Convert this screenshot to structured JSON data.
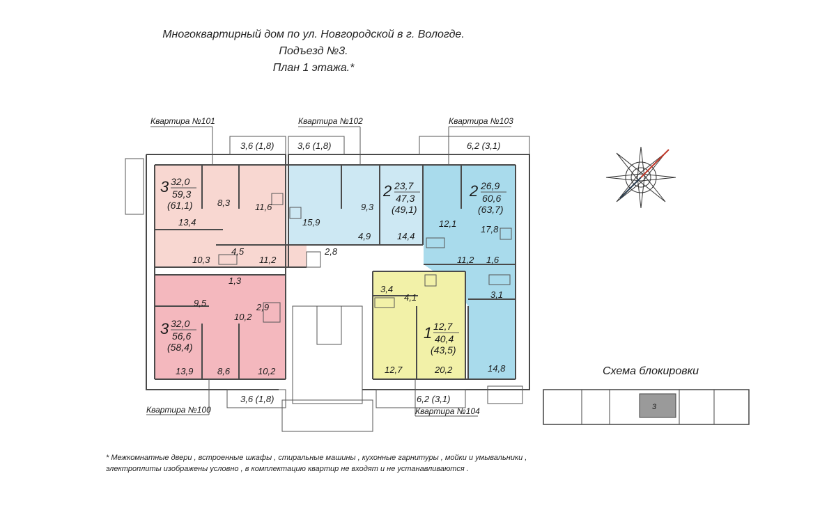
{
  "title": {
    "line1": "Многоквартирный дом по ул. Новгородской в г. Вологде.",
    "line2": "Подъезд №3.",
    "line3": "План 1 этажа.*"
  },
  "colors": {
    "apt_101": "#f8d7d1",
    "apt_100": "#f4b8be",
    "apt_102": "#cde8f3",
    "apt_103": "#a9dbec",
    "apt_104": "#f2f1a8",
    "wall": "#4a4a4a"
  },
  "apartments": [
    {
      "id": "101",
      "label": "Квартира №101",
      "rooms": "3",
      "living": "32,0",
      "total": "59,3",
      "total_bal": "(61,1)",
      "balcony": "3,6 (1,8)",
      "areas": [
        "8,3",
        "11,6",
        "13,4",
        "4,5",
        "10,3",
        "11,2"
      ]
    },
    {
      "id": "100",
      "label": "Квартира №100",
      "rooms": "3",
      "living": "32,0",
      "total": "56,6",
      "total_bal": "(58,4)",
      "balcony": "3,6 (1,8)",
      "areas": [
        "1,3",
        "9,5",
        "2,9",
        "10,2",
        "13,9",
        "8,6",
        "10,2"
      ]
    },
    {
      "id": "102",
      "label": "Квартира №102",
      "rooms": "2",
      "living": "23,7",
      "total": "47,3",
      "total_bal": "(49,1)",
      "balcony": "3,6 (1,8)",
      "areas": [
        "9,3",
        "15,9",
        "2,8",
        "4,9",
        "14,4"
      ]
    },
    {
      "id": "103",
      "label": "Квартира №103",
      "rooms": "2",
      "living": "26,9",
      "total": "60,6",
      "total_bal": "(63,7)",
      "balcony": "6,2 (3,1)",
      "areas": [
        "12,1",
        "17,8",
        "11,2",
        "1,6",
        "3,1",
        "14,8"
      ]
    },
    {
      "id": "104",
      "label": "Квартира №104",
      "rooms": "1",
      "living": "12,7",
      "total": "40,4",
      "total_bal": "(43,5)",
      "balcony": "6,2 (3,1)",
      "areas": [
        "3,4",
        "4,1",
        "12,7",
        "20,2"
      ]
    }
  ],
  "blocking": {
    "title": "Схема блокировки",
    "section": "3"
  },
  "footnote": {
    "line1": "* Межкомнатные двери , встроенные шкафы , стиральные машины , кухонные гарнитуры , мойки и умывальники ,",
    "line2": "электроплиты изображены условно , в комплектацию квартир не входят и не устанавливаются ."
  },
  "icons": [
    "compass-rose-icon"
  ]
}
